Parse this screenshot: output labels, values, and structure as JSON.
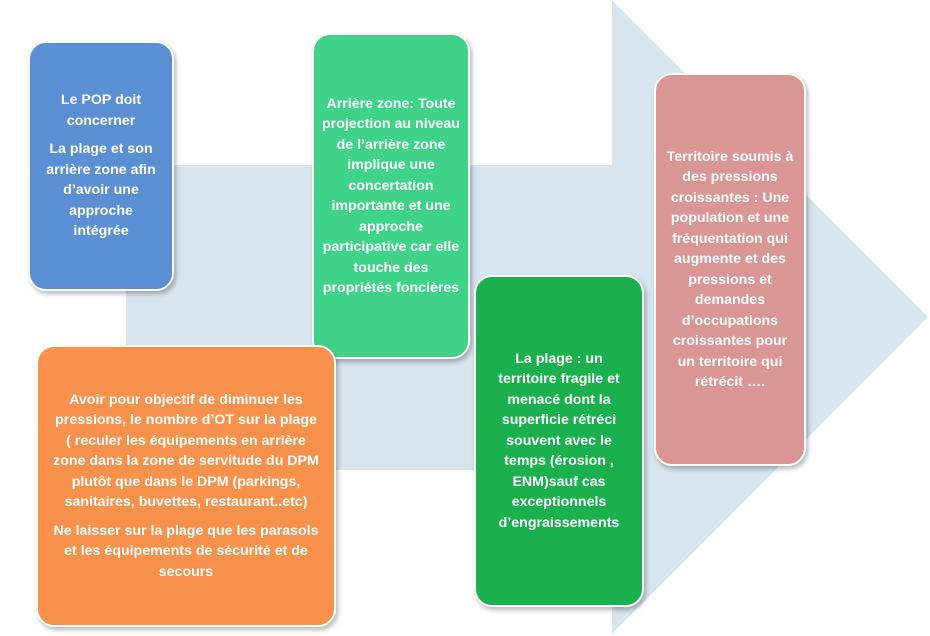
{
  "colors": {
    "arrow": "#d6e5ee",
    "pop_box": "#5b8fd3",
    "arriere_box": "#3fd389",
    "objectif_box": "#f7914c",
    "plage_box": "#1ab04e",
    "territoire_box": "#d99694"
  },
  "pop": {
    "line1": "Le POP doit concerner",
    "line2": "La plage et son arrière zone afin d’avoir une approche intégrée"
  },
  "arriere": {
    "text": "Arrière zone: Toute projection au niveau de l’arrière zone implique une concertation importante et une approche participative  car elle touche des propriétés foncières"
  },
  "objectif": {
    "para1": "Avoir pour objectif de diminuer les pressions,  le nombre d’OT sur la plage ( reculer les équipements  en arrière zone dans la zone de servitude du DPM plutôt que dans le DPM (parkings, sanitaires, buvettes, restaurant..etc)",
    "para2": "Ne laisser sur la plage  que les parasols et les équipements de sécurité et de secours"
  },
  "plage": {
    "text": "La plage :  un territoire fragile et menacé dont la superficie rétréci souvent avec le temps (érosion , ENM)sauf cas exceptionnels d’engraissements"
  },
  "territoire": {
    "text": "Territoire soumis à des pressions croissantes : Une population et une fréquentation qui augmente et des pressions et demandes d’occupations croissantes pour un territoire qui rétrécit …."
  }
}
